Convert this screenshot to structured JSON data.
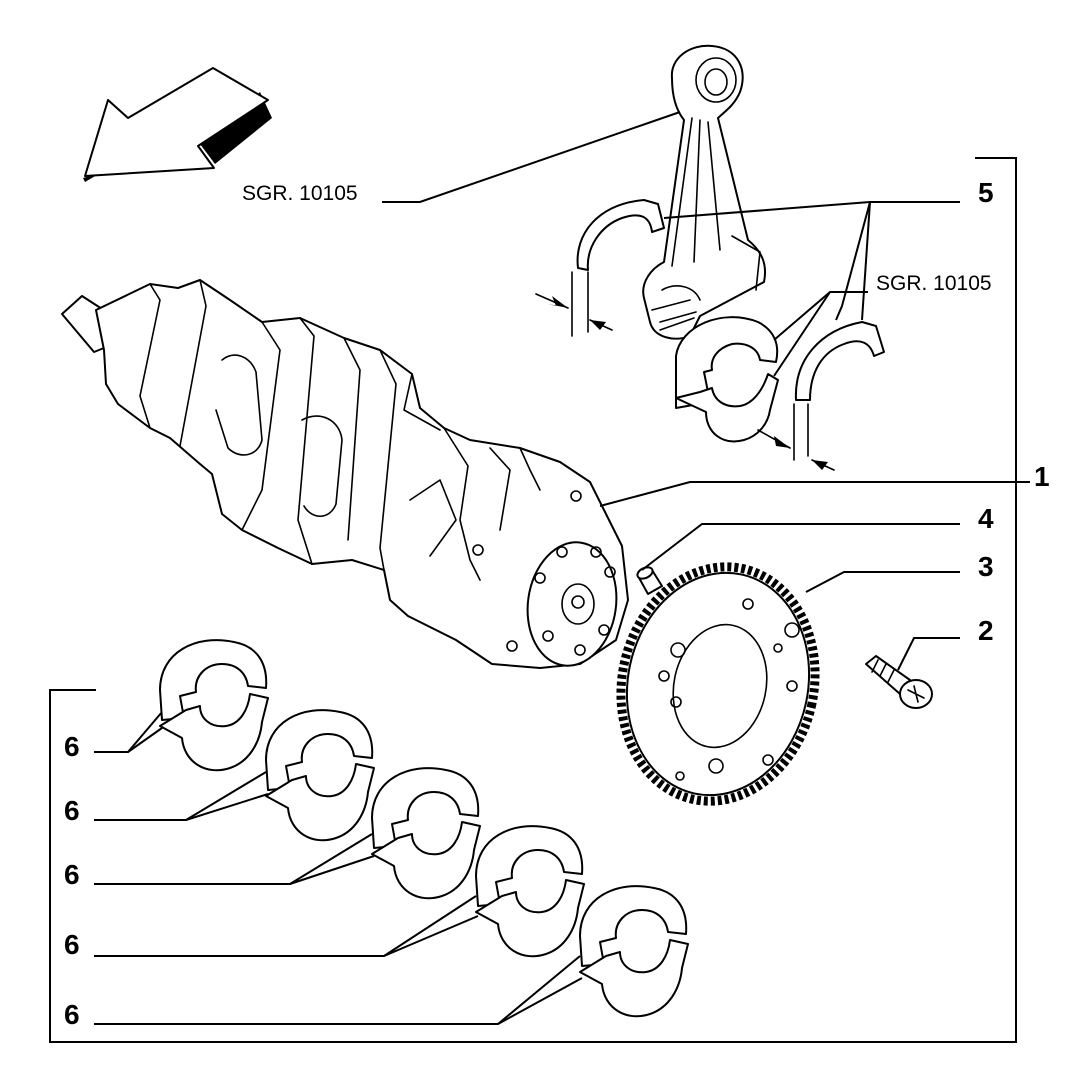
{
  "labels": {
    "ref_conrod": "SGR. 10105",
    "ref_bearing": "SGR. 10105",
    "part_1": "1",
    "part_2": "2",
    "part_3": "3",
    "part_4": "4",
    "part_5": "5",
    "part_6": [
      "6",
      "6",
      "6",
      "6",
      "6"
    ]
  },
  "icons": {
    "direction_arrow": "front-direction-arrow-icon"
  },
  "colors": {
    "line": "#000000",
    "background": "#ffffff"
  }
}
